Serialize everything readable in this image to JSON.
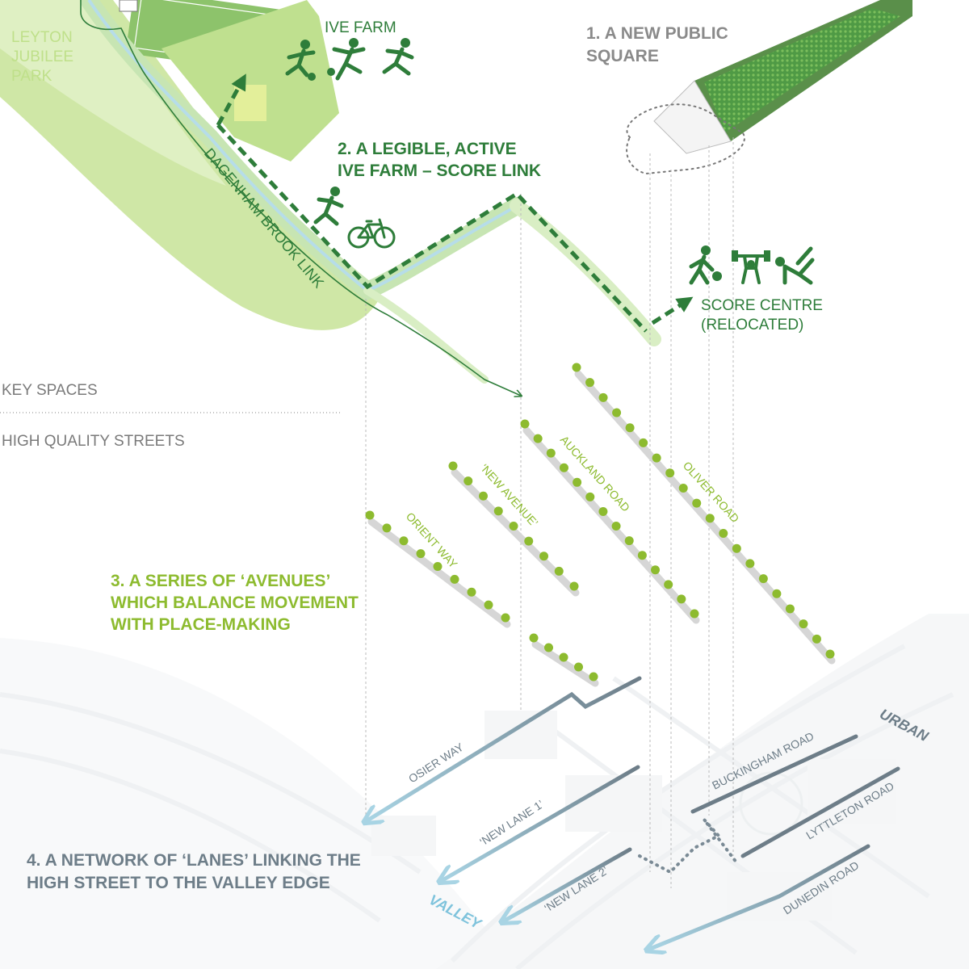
{
  "colors": {
    "dark_green": "#2e7d3a",
    "lime": "#8dbb2f",
    "grey_text": "#8a8a8a",
    "slate": "#6d7d88",
    "sky_arrow": "#a8d4e4",
    "valley_text": "#7ec3dc",
    "urban_text": "#6d7d88",
    "park_green": "#cfe7a6",
    "brook_blue": "#b6dde9"
  },
  "places": {
    "park": "LEYTON\nJUBILEE\nPARK",
    "ive_farm": "IVE FARM",
    "brook_link": "DAGENHAM BROOK LINK",
    "score_centre": "SCORE CENTRE\n(RELOCATED)"
  },
  "headings": {
    "h1": "1. A NEW PUBLIC\nSQUARE",
    "h2": "2. A LEGIBLE, ACTIVE\nIVE FARM – SCORE LINK",
    "h3": "3. A SERIES OF ‘AVENUES’\nWHICH BALANCE MOVEMENT\nWITH PLACE-MAKING",
    "h4": "4. A NETWORK OF ‘LANES’ LINKING THE\nHIGH STREET TO THE VALLEY EDGE"
  },
  "legend": {
    "key_spaces": "KEY SPACES",
    "high_quality_streets": "HIGH QUALITY STREETS"
  },
  "avenues": [
    "ORIENT WAY",
    "‘NEW AVENUE’",
    "AUCKLAND ROAD",
    "OLIVER ROAD"
  ],
  "lanes": [
    "OSIER WAY",
    "‘NEW LANE 1’",
    "‘NEW LANE 2’",
    "BUCKINGHAM ROAD",
    "LYTTLETON ROAD",
    "DUNEDIN ROAD"
  ],
  "edges": {
    "urban": "URBAN",
    "valley": "VALLEY"
  },
  "icons": {
    "ive_farm": [
      "football-icon",
      "football-icon",
      "runner-icon"
    ],
    "link": [
      "runner-icon",
      "bicycle-icon"
    ],
    "score": [
      "basketball-icon",
      "weightlifting-icon",
      "gymnastics-icon"
    ]
  }
}
